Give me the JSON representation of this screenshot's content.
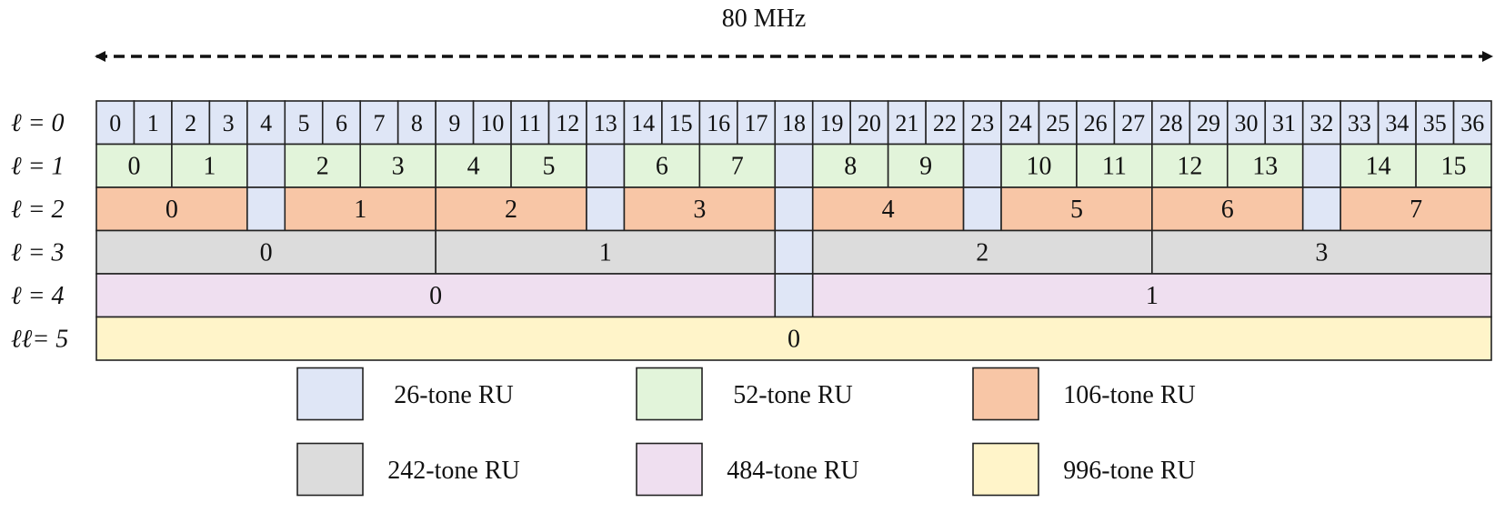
{
  "title": "80 MHz",
  "colors": {
    "26-tone": "#dfe6f6",
    "52-tone": "#e2f4da",
    "106-tone": "#f8c6a6",
    "242-tone": "#dcdcdc",
    "484-tone": "#efdff0",
    "996-tone": "#fff4c9",
    "stroke": "#222222"
  },
  "rows": [
    {
      "label": "ℓ = 0",
      "segments": [
        {
          "label": "0",
          "tone": "26-tone",
          "span": 1
        },
        {
          "label": "1",
          "tone": "26-tone",
          "span": 1
        },
        {
          "label": "2",
          "tone": "26-tone",
          "span": 1
        },
        {
          "label": "3",
          "tone": "26-tone",
          "span": 1
        },
        {
          "label": "4",
          "tone": "26-tone",
          "span": 1
        },
        {
          "label": "5",
          "tone": "26-tone",
          "span": 1
        },
        {
          "label": "6",
          "tone": "26-tone",
          "span": 1
        },
        {
          "label": "7",
          "tone": "26-tone",
          "span": 1
        },
        {
          "label": "8",
          "tone": "26-tone",
          "span": 1
        },
        {
          "label": "9",
          "tone": "26-tone",
          "span": 1
        },
        {
          "label": "10",
          "tone": "26-tone",
          "span": 1
        },
        {
          "label": "11",
          "tone": "26-tone",
          "span": 1
        },
        {
          "label": "12",
          "tone": "26-tone",
          "span": 1
        },
        {
          "label": "13",
          "tone": "26-tone",
          "span": 1
        },
        {
          "label": "14",
          "tone": "26-tone",
          "span": 1
        },
        {
          "label": "15",
          "tone": "26-tone",
          "span": 1
        },
        {
          "label": "16",
          "tone": "26-tone",
          "span": 1
        },
        {
          "label": "17",
          "tone": "26-tone",
          "span": 1
        },
        {
          "label": "18",
          "tone": "26-tone",
          "span": 1
        },
        {
          "label": "19",
          "tone": "26-tone",
          "span": 1
        },
        {
          "label": "20",
          "tone": "26-tone",
          "span": 1
        },
        {
          "label": "21",
          "tone": "26-tone",
          "span": 1
        },
        {
          "label": "22",
          "tone": "26-tone",
          "span": 1
        },
        {
          "label": "23",
          "tone": "26-tone",
          "span": 1
        },
        {
          "label": "24",
          "tone": "26-tone",
          "span": 1
        },
        {
          "label": "25",
          "tone": "26-tone",
          "span": 1
        },
        {
          "label": "26",
          "tone": "26-tone",
          "span": 1
        },
        {
          "label": "27",
          "tone": "26-tone",
          "span": 1
        },
        {
          "label": "28",
          "tone": "26-tone",
          "span": 1
        },
        {
          "label": "29",
          "tone": "26-tone",
          "span": 1
        },
        {
          "label": "30",
          "tone": "26-tone",
          "span": 1
        },
        {
          "label": "31",
          "tone": "26-tone",
          "span": 1
        },
        {
          "label": "32",
          "tone": "26-tone",
          "span": 1
        },
        {
          "label": "33",
          "tone": "26-tone",
          "span": 1
        },
        {
          "label": "34",
          "tone": "26-tone",
          "span": 1
        },
        {
          "label": "35",
          "tone": "26-tone",
          "span": 1
        },
        {
          "label": "36",
          "tone": "26-tone",
          "span": 1
        }
      ]
    },
    {
      "label": "ℓ = 1",
      "segments": [
        {
          "label": "0",
          "tone": "52-tone",
          "span": 2
        },
        {
          "label": "1",
          "tone": "52-tone",
          "span": 2
        },
        {
          "label": "",
          "tone": "26-tone",
          "span": 1
        },
        {
          "label": "2",
          "tone": "52-tone",
          "span": 2
        },
        {
          "label": "3",
          "tone": "52-tone",
          "span": 2
        },
        {
          "label": "4",
          "tone": "52-tone",
          "span": 2
        },
        {
          "label": "5",
          "tone": "52-tone",
          "span": 2
        },
        {
          "label": "",
          "tone": "26-tone",
          "span": 1
        },
        {
          "label": "6",
          "tone": "52-tone",
          "span": 2
        },
        {
          "label": "7",
          "tone": "52-tone",
          "span": 2
        },
        {
          "label": "",
          "tone": "26-tone",
          "span": 1
        },
        {
          "label": "8",
          "tone": "52-tone",
          "span": 2
        },
        {
          "label": "9",
          "tone": "52-tone",
          "span": 2
        },
        {
          "label": "",
          "tone": "26-tone",
          "span": 1
        },
        {
          "label": "10",
          "tone": "52-tone",
          "span": 2
        },
        {
          "label": "11",
          "tone": "52-tone",
          "span": 2
        },
        {
          "label": "12",
          "tone": "52-tone",
          "span": 2
        },
        {
          "label": "13",
          "tone": "52-tone",
          "span": 2
        },
        {
          "label": "",
          "tone": "26-tone",
          "span": 1
        },
        {
          "label": "14",
          "tone": "52-tone",
          "span": 2
        },
        {
          "label": "15",
          "tone": "52-tone",
          "span": 2
        }
      ]
    },
    {
      "label": "ℓ = 2",
      "segments": [
        {
          "label": "0",
          "tone": "106-tone",
          "span": 4
        },
        {
          "label": "",
          "tone": "26-tone",
          "span": 1
        },
        {
          "label": "1",
          "tone": "106-tone",
          "span": 4
        },
        {
          "label": "2",
          "tone": "106-tone",
          "span": 4
        },
        {
          "label": "",
          "tone": "26-tone",
          "span": 1
        },
        {
          "label": "3",
          "tone": "106-tone",
          "span": 4
        },
        {
          "label": "",
          "tone": "26-tone",
          "span": 1
        },
        {
          "label": "4",
          "tone": "106-tone",
          "span": 4
        },
        {
          "label": "",
          "tone": "26-tone",
          "span": 1
        },
        {
          "label": "5",
          "tone": "106-tone",
          "span": 4
        },
        {
          "label": "6",
          "tone": "106-tone",
          "span": 4
        },
        {
          "label": "",
          "tone": "26-tone",
          "span": 1
        },
        {
          "label": "7",
          "tone": "106-tone",
          "span": 4
        }
      ]
    },
    {
      "label": "ℓ = 3",
      "segments": [
        {
          "label": "0",
          "tone": "242-tone",
          "span": 9
        },
        {
          "label": "1",
          "tone": "242-tone",
          "span": 9
        },
        {
          "label": "",
          "tone": "26-tone",
          "span": 1
        },
        {
          "label": "2",
          "tone": "242-tone",
          "span": 9
        },
        {
          "label": "3",
          "tone": "242-tone",
          "span": 9
        }
      ]
    },
    {
      "label": "ℓ = 4",
      "segments": [
        {
          "label": "0",
          "tone": "484-tone",
          "span": 18
        },
        {
          "label": "",
          "tone": "26-tone",
          "span": 1
        },
        {
          "label": "1",
          "tone": "484-tone",
          "span": 18
        }
      ]
    },
    {
      "label": "ℓℓ= 5",
      "segments": [
        {
          "label": "0",
          "tone": "996-tone",
          "span": 37
        }
      ]
    }
  ],
  "legend": [
    {
      "tone": "26-tone",
      "label": "26-tone RU"
    },
    {
      "tone": "52-tone",
      "label": "52-tone RU"
    },
    {
      "tone": "106-tone",
      "label": "106-tone RU"
    },
    {
      "tone": "242-tone",
      "label": "242-tone RU"
    },
    {
      "tone": "484-tone",
      "label": "484-tone RU"
    },
    {
      "tone": "996-tone",
      "label": "996-tone RU"
    }
  ]
}
